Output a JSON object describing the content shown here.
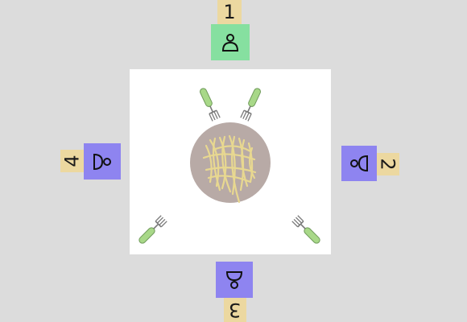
{
  "scene": {
    "background_color": "#dcdcdc",
    "table_color": "#ffffff",
    "plate_color": "#b8aaa6",
    "noodle_color": "#e8d890",
    "fork_handle_color": "#a8d888",
    "fork_metal_color": "#7a7a7a"
  },
  "seats": [
    {
      "number": "1",
      "color": "#86e0a0",
      "icon": "person-icon",
      "tag_color": "#ecd8a0"
    },
    {
      "number": "2",
      "color": "#8e84f0",
      "icon": "person-icon",
      "tag_color": "#ecd8a0"
    },
    {
      "number": "3",
      "color": "#8e84f0",
      "icon": "person-icon",
      "tag_color": "#ecd8a0"
    },
    {
      "number": "4",
      "color": "#8e84f0",
      "icon": "person-icon",
      "tag_color": "#ecd8a0"
    }
  ],
  "forks": [
    {
      "icon": "fork-icon"
    },
    {
      "icon": "fork-icon"
    },
    {
      "icon": "fork-icon"
    },
    {
      "icon": "fork-icon"
    }
  ]
}
